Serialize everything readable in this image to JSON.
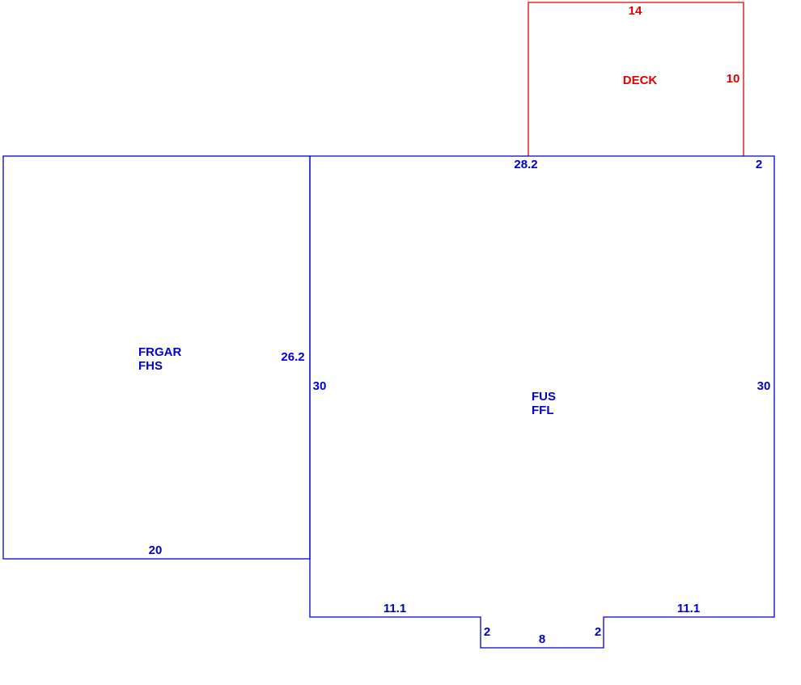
{
  "colors": {
    "main_structure": "#0000cc",
    "deck": "#dd0000",
    "background": "#ffffff"
  },
  "areas": {
    "garage": {
      "code_line1": "FRGAR",
      "code_line2": "FHS"
    },
    "house": {
      "code_line1": "FUS",
      "code_line2": "FFL"
    },
    "deck": {
      "label": "DECK"
    }
  },
  "dimensions": {
    "deck_width": "14",
    "deck_depth": "10",
    "house_top": "28.2",
    "house_top_right": "2",
    "house_left": "30",
    "house_right": "30",
    "garage_right": "26.2",
    "garage_bottom": "20",
    "house_bottom_left": "11.1",
    "house_bottom_right": "11.1",
    "bump_left": "2",
    "bump_bottom": "8",
    "bump_right": "2"
  }
}
